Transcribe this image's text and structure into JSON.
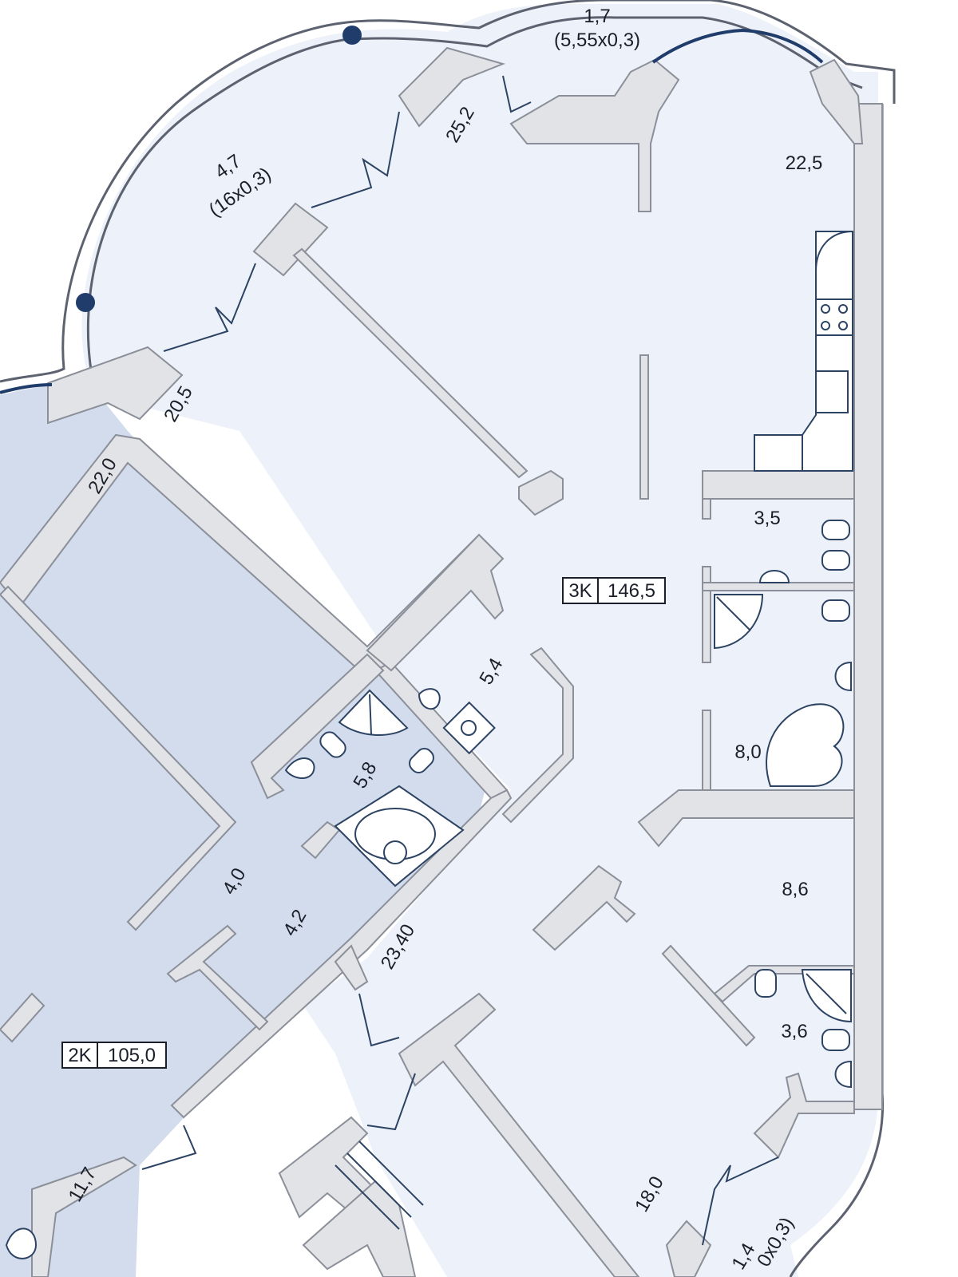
{
  "colors": {
    "apartment_3k_fill": "#edf1f9",
    "apartment_2k_fill": "#d3dcec",
    "window_blue": "#1f3c6b",
    "wall_fill": "#e2e3e6"
  },
  "apartments": [
    {
      "type": "3K",
      "area": "146,5"
    },
    {
      "type": "2K",
      "area": "105,0"
    }
  ],
  "rooms": [
    {
      "area": "1,7",
      "dims": "(5,55x0,3)"
    },
    {
      "area": "4,7",
      "dims": "(16x0,3)"
    },
    {
      "area": "25,2"
    },
    {
      "area": "22,5"
    },
    {
      "area": "20,5"
    },
    {
      "area": "22,0"
    },
    {
      "area": "3,5"
    },
    {
      "area": "5,4"
    },
    {
      "area": "5,8"
    },
    {
      "area": "8,0"
    },
    {
      "area": "8,6"
    },
    {
      "area": "4,0"
    },
    {
      "area": "4,2"
    },
    {
      "area": "23,40"
    },
    {
      "area": "3,6"
    },
    {
      "area": "11,7"
    },
    {
      "area": "18,0"
    },
    {
      "area": "1,4",
      "dims": "0x0,3)"
    }
  ]
}
